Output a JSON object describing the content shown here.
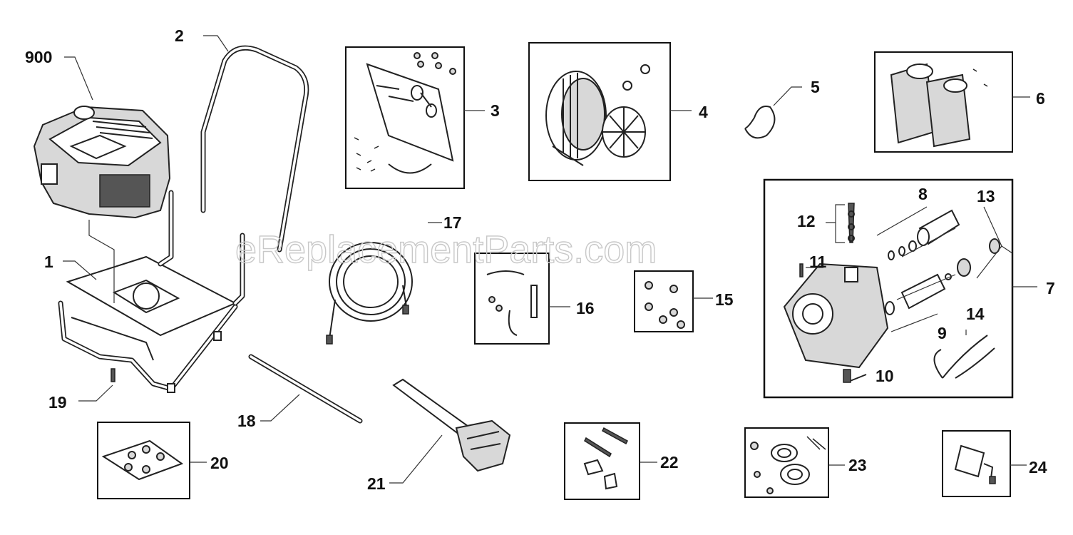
{
  "watermark": "eReplacementParts.com",
  "callouts": {
    "c900": "900",
    "c1": "1",
    "c2": "2",
    "c3": "3",
    "c4": "4",
    "c5": "5",
    "c6": "6",
    "c7": "7",
    "c8": "8",
    "c9": "9",
    "c10": "10",
    "c11": "11",
    "c12": "12",
    "c13": "13",
    "c14": "14",
    "c15": "15",
    "c16": "16",
    "c17": "17",
    "c18": "18",
    "c19": "19",
    "c20": "20",
    "c21": "21",
    "c22": "22",
    "c23": "23",
    "c24": "24"
  }
}
